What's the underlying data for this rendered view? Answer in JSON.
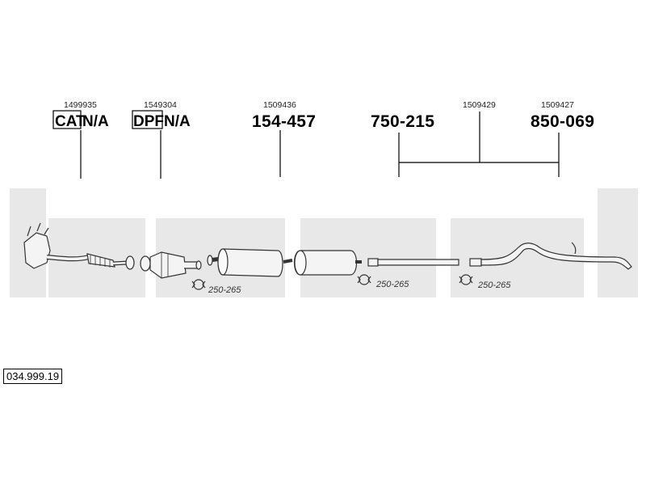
{
  "parts": {
    "cat": {
      "ref": "1499935",
      "tag": "CAT",
      "value": "N/A"
    },
    "dpf": {
      "ref": "1549304",
      "tag": "DPF",
      "value": "N/A"
    },
    "muffler_front": {
      "ref": "1509436",
      "code": "154-457"
    },
    "muffler_rear": {
      "code": "750-215"
    },
    "group_ref": "1509429",
    "tailpipe": {
      "ref": "1509427",
      "code": "850-069"
    }
  },
  "clamps": [
    "250-265",
    "250-265",
    "250-265"
  ],
  "catalog_number": "034.999.19",
  "colors": {
    "watermark": "#e8e8e8",
    "line": "#000000",
    "part_stroke": "#333333",
    "part_fill": "#f4f4f4"
  }
}
